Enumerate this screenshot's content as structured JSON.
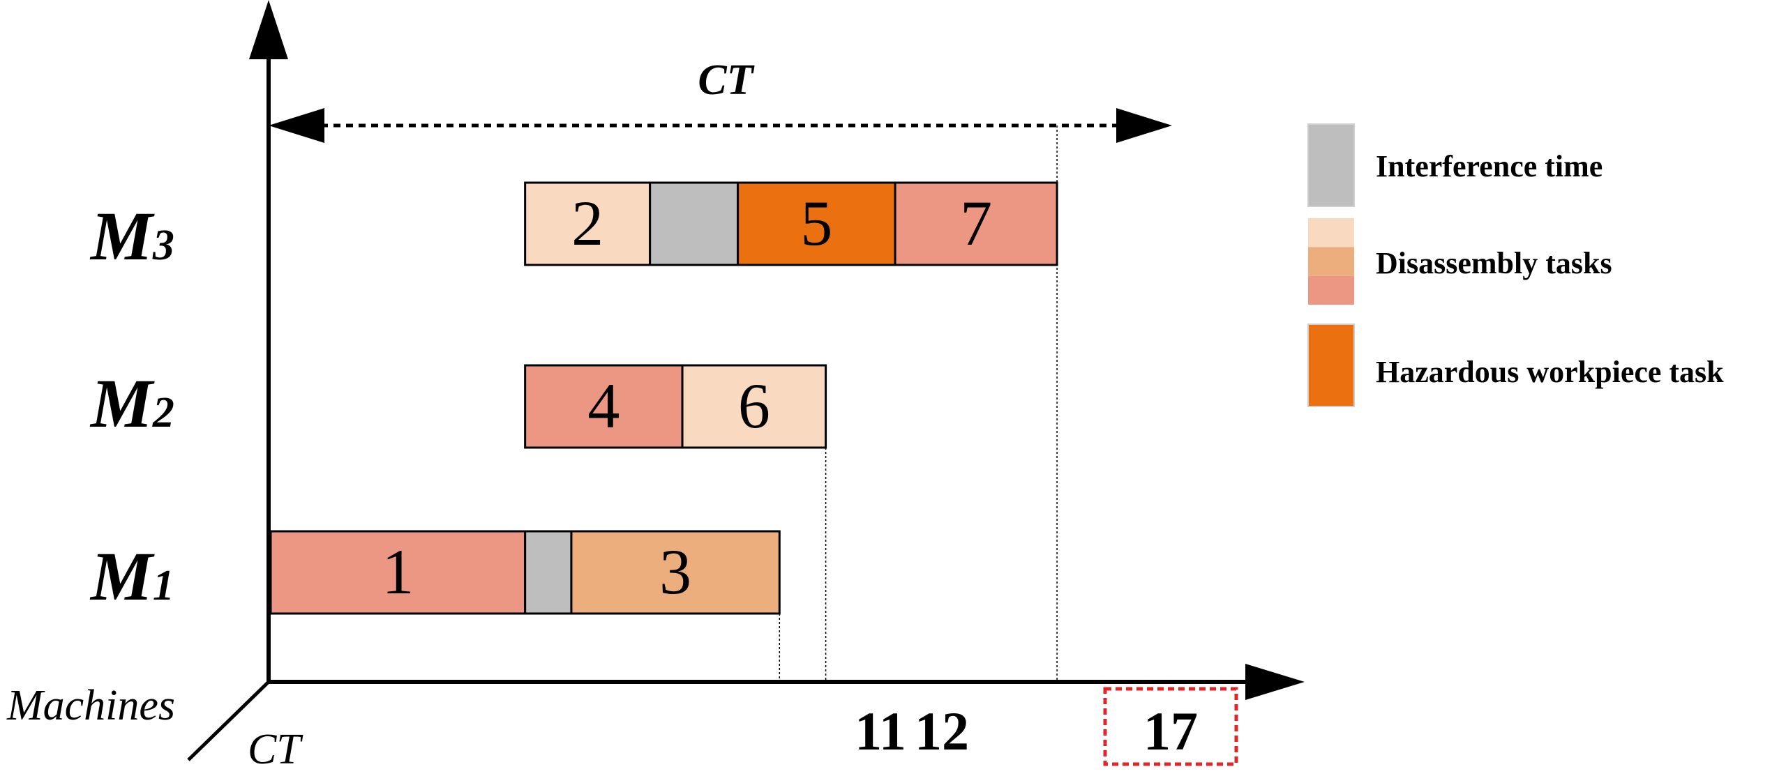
{
  "axes": {
    "vertical_label": "Machines",
    "origin_label": "CT",
    "span_label": "CT"
  },
  "machines": [
    {
      "prefix": "M",
      "index": "3",
      "segments": [
        {
          "label": "2",
          "kind": "disassembly",
          "color": "#FAD9C1",
          "start": 5.5,
          "end": 8.2
        },
        {
          "label": "",
          "kind": "interference",
          "color": "#BEBEBE",
          "start": 8.2,
          "end": 10.1
        },
        {
          "label": "5",
          "kind": "hazardous",
          "color": "#EA7010",
          "start": 10.1,
          "end": 13.5
        },
        {
          "label": "7",
          "kind": "disassembly",
          "color": "#EC9783",
          "start": 13.5,
          "end": 17
        }
      ]
    },
    {
      "prefix": "M",
      "index": "2",
      "segments": [
        {
          "label": "4",
          "kind": "disassembly",
          "color": "#EC9783",
          "start": 5.5,
          "end": 8.9
        },
        {
          "label": "6",
          "kind": "disassembly",
          "color": "#FAD9C1",
          "start": 8.9,
          "end": 12
        }
      ]
    },
    {
      "prefix": "M",
      "index": "1",
      "segments": [
        {
          "label": "1",
          "kind": "disassembly",
          "color": "#EC9783",
          "start": 0,
          "end": 5.5
        },
        {
          "label": "",
          "kind": "interference",
          "color": "#BEBEBE",
          "start": 5.5,
          "end": 6.5
        },
        {
          "label": "3",
          "kind": "disassembly",
          "color": "#EDAE7E",
          "start": 6.5,
          "end": 11
        }
      ]
    }
  ],
  "ticks": [
    {
      "value": 11,
      "label": "11"
    },
    {
      "value": 12,
      "label": "12"
    },
    {
      "value": 17,
      "label": "17",
      "highlighted": true
    }
  ],
  "legend": [
    {
      "label": "Interference time",
      "colors": [
        "#BEBEBE"
      ]
    },
    {
      "label": "Disassembly tasks",
      "colors": [
        "#FAD9C1",
        "#EDAE7E",
        "#EC9783"
      ]
    },
    {
      "label": "Hazardous workpiece task",
      "colors": [
        "#EA7010"
      ]
    }
  ],
  "colors": {
    "highlight_box": "#E0262B",
    "axis": "#000000"
  }
}
